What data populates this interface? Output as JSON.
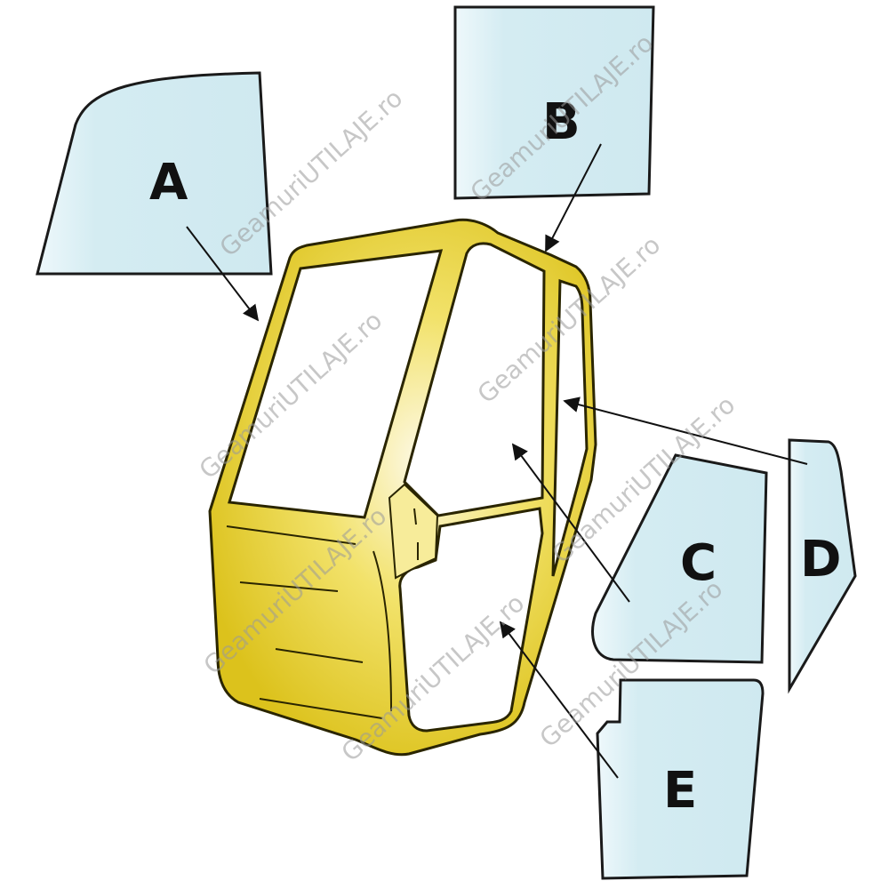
{
  "watermark": "GeamuriUTILAJE.ro",
  "panels": [
    {
      "id": "A",
      "label": "A"
    },
    {
      "id": "B",
      "label": "B"
    },
    {
      "id": "C",
      "label": "C"
    },
    {
      "id": "D",
      "label": "D"
    },
    {
      "id": "E",
      "label": "E"
    }
  ],
  "colors": {
    "glass": "#d4ecf2",
    "glass_edge": "#1a1a1a",
    "frame": "#e6cf2a",
    "frame_light": "#fbf6d8",
    "frame_edge": "#3a3300"
  }
}
